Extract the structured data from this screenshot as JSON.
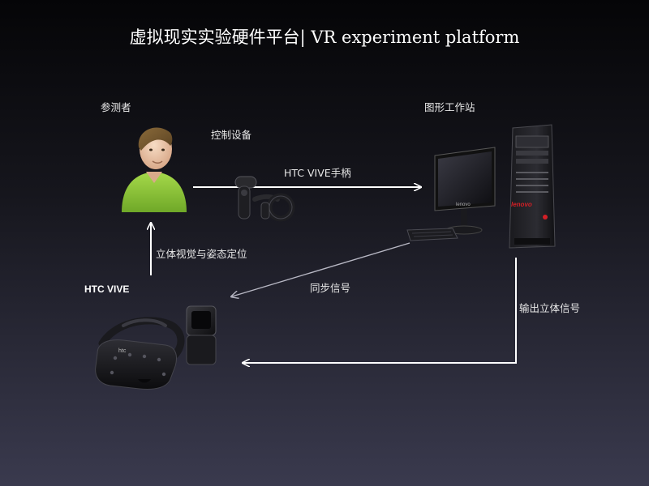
{
  "slide": {
    "title": "虚拟现实实验硬件平台| VR experiment platform"
  },
  "nodes": {
    "participant": "参测者",
    "workstation": "图形工作站",
    "control_device": "控制设备",
    "headset": "HTC VIVE"
  },
  "edges": {
    "controller": "HTC VIVE手柄",
    "tracking": "立体视觉与姿态定位",
    "sync": "同步信号",
    "output": "输出立体信号"
  },
  "brand": {
    "monitor": "lenovo",
    "tower": "lenovo",
    "headset": "htc"
  },
  "icons": {
    "participant": "person-icon",
    "controller": "vr-controller-icon",
    "workstation": "workstation-icon",
    "headset": "vr-headset-icon",
    "base_station": "base-station-icon"
  },
  "colors": {
    "arrow": "#ffffff",
    "sync_arrow": "#b8b8c4",
    "shirt": "#8cc63f",
    "brand_red": "#d21f26"
  }
}
